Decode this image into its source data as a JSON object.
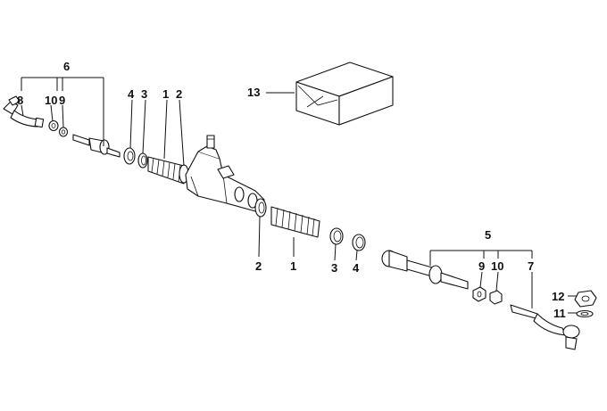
{
  "callouts": {
    "c6": "6",
    "c8": "8",
    "c10a": "10",
    "c9a": "9",
    "c4a": "4",
    "c3a": "3",
    "c1a": "1",
    "c2a": "2",
    "c13": "13",
    "c2b": "2",
    "c1b": "1",
    "c3b": "3",
    "c4b": "4",
    "c5": "5",
    "c9b": "9",
    "c10b": "10",
    "c7": "7",
    "c12": "12",
    "c11": "11"
  }
}
